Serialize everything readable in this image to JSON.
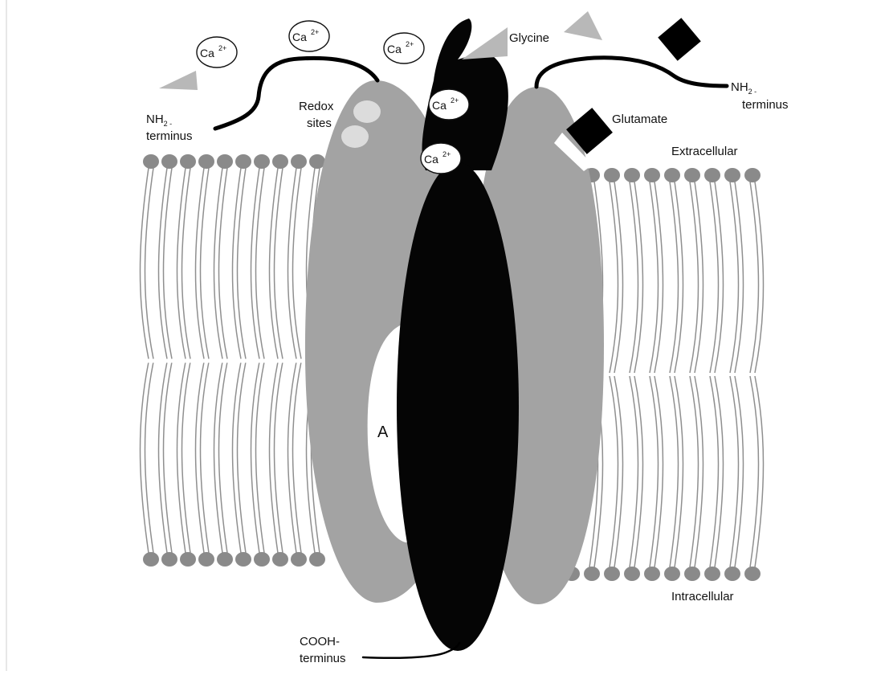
{
  "colors": {
    "subunit_gray": "#a3a3a3",
    "subunit_black": "#050505",
    "lipid_head": "#8a8a8a",
    "lipid_tail": "#8f8f8f",
    "ligand_triangle": "#b8b8b8",
    "redox_site": "#dcdcdc",
    "glutamate": "#000000"
  },
  "labels": {
    "nh2_left_line1": "NH",
    "nh2_left_sub": "2 -",
    "nh2_left_line2": "terminus",
    "nh2_right_line1": "NH",
    "nh2_right_sub": "2 -",
    "nh2_right_line2": "terminus",
    "redox_line1": "Redox",
    "redox_line2": "sites",
    "glycine": "Glycine",
    "glutamate": "Glutamate",
    "extracellular": "Extracellular",
    "intracellular": "Intracellular",
    "cooh_line1": "COOH-",
    "cooh_line2": "terminus",
    "site_a": "A"
  },
  "ions": [
    {
      "base": "Ca",
      "charge": "2+"
    },
    {
      "base": "Ca",
      "charge": "2+"
    },
    {
      "base": "Ca",
      "charge": "2+"
    },
    {
      "base": "Ca",
      "charge": "2+"
    },
    {
      "base": "Ca",
      "charge": "2+"
    }
  ]
}
